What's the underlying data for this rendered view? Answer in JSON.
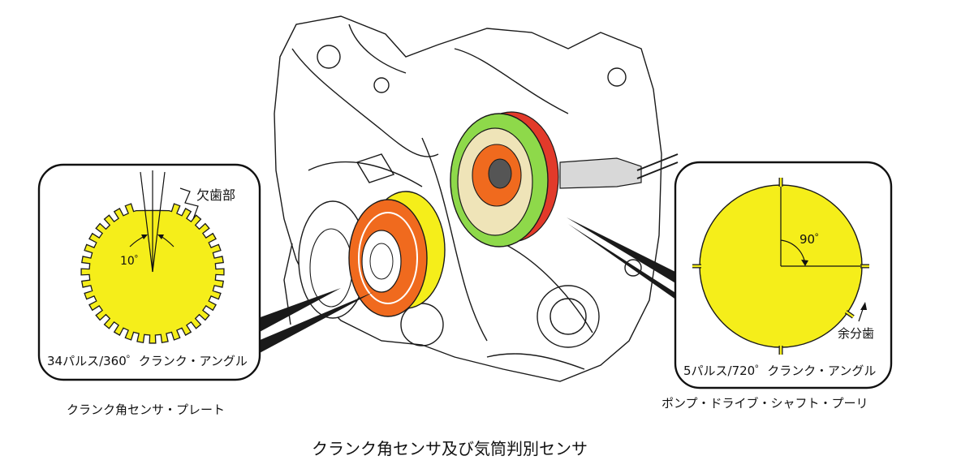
{
  "title": "クランク角センサ及び気筒判別センサ",
  "left_panel": {
    "caption": "クランク角センサ・プレート",
    "spec": "34パルス/360゜クランク・アングル",
    "missing_teeth_label": "欠歯部",
    "angle_label": "10゜",
    "teeth_count": 34
  },
  "right_panel": {
    "caption": "ポンプ・ドライブ・シャフト・プーリ",
    "spec": "5パルス/720゜クランク・アングル",
    "angle_label": "90゜",
    "extra_tooth_label": "余分歯",
    "pulse_count": 5
  },
  "colors": {
    "plate_yellow": "#f5ee1a",
    "gear_orange": "#f06a1e",
    "pulley_green": "#8ed94a",
    "pulley_red": "#e23a2a",
    "hub_cream": "#efe4b8",
    "outline": "#1a1a1a"
  }
}
